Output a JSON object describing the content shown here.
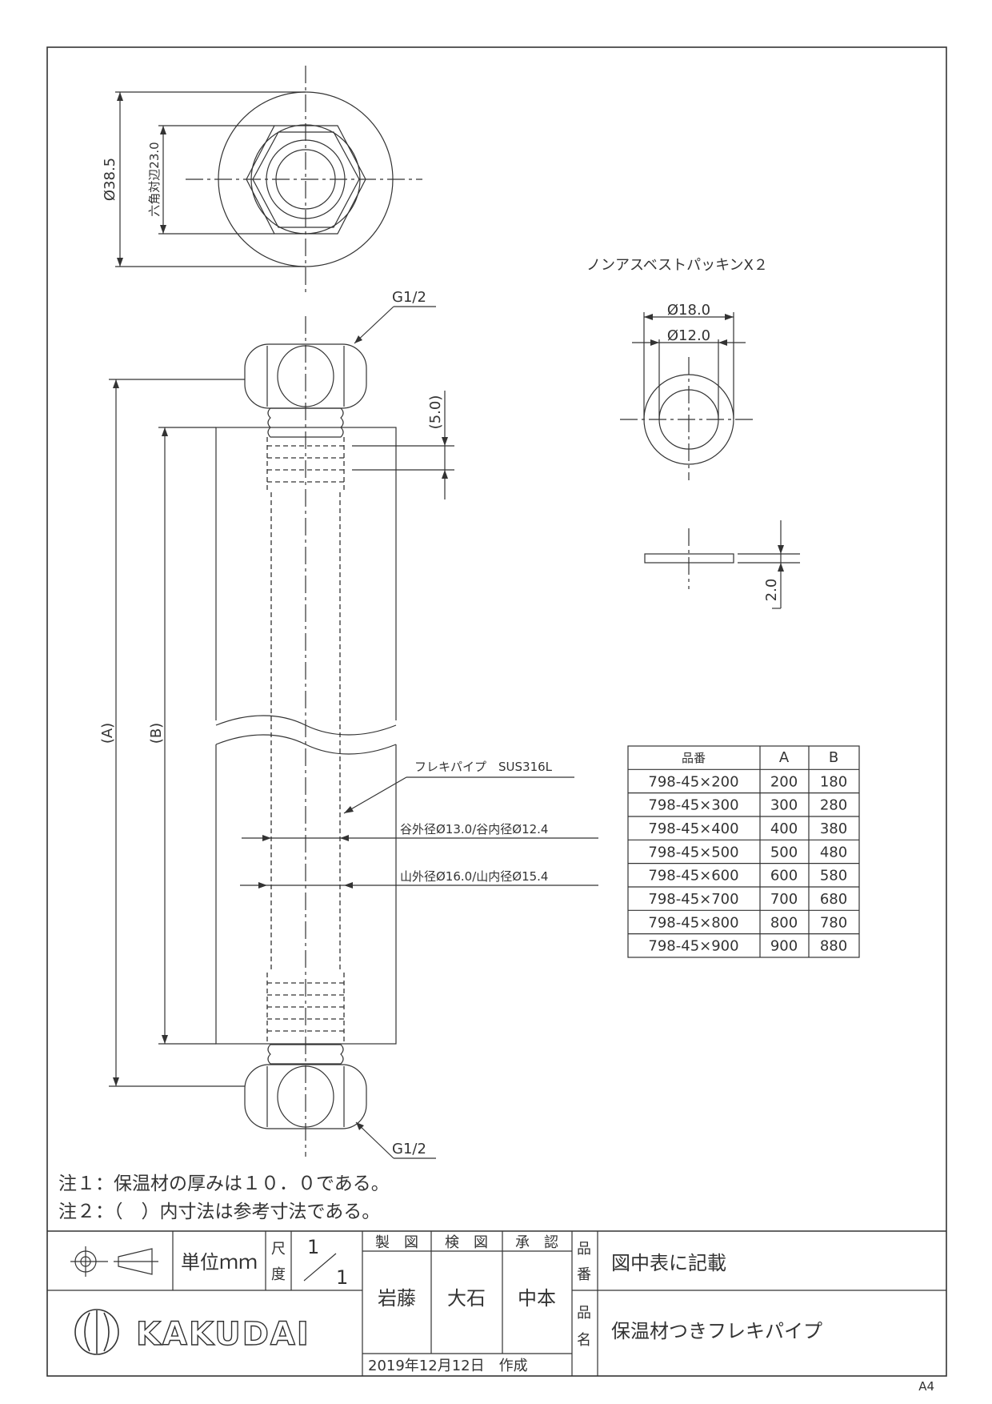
{
  "drawing": {
    "top_view": {
      "dia_outer": "Ø38.5",
      "hex_across": "六角対辺23.0"
    },
    "packing": {
      "title": "ノンアスベストパッキンX２",
      "dia_outer": "Ø18.0",
      "dia_inner": "Ø12.0",
      "thickness": "2.0"
    },
    "side_view": {
      "thread_top": "G1/2",
      "thread_bottom": "G1/2",
      "pitch": "(5.0)",
      "dim_a": "(A)",
      "dim_b": "(B)",
      "pipe_label": "フレキパイプ　SUS316L",
      "valley_label": "谷外径Ø13.0/谷内径Ø12.4",
      "peak_label": "山外径Ø16.0/山内径Ø15.4"
    }
  },
  "table": {
    "headers": [
      "品番",
      "A",
      "B"
    ],
    "rows": [
      [
        "798-45×200",
        "200",
        "180"
      ],
      [
        "798-45×300",
        "300",
        "280"
      ],
      [
        "798-45×400",
        "400",
        "380"
      ],
      [
        "798-45×500",
        "500",
        "480"
      ],
      [
        "798-45×600",
        "600",
        "580"
      ],
      [
        "798-45×700",
        "700",
        "680"
      ],
      [
        "798-45×800",
        "800",
        "780"
      ],
      [
        "798-45×900",
        "900",
        "880"
      ]
    ]
  },
  "notes": [
    "注１：保温材の厚みは１０．０である。",
    "注２：（　）内寸法は参考寸法である。"
  ],
  "title_block": {
    "unit_label": "単位ｍｍ",
    "scale_label_1": "尺",
    "scale_label_2": "度",
    "scale_num": "1",
    "scale_den": "1",
    "drawn_header": "製　図",
    "checked_header": "検　図",
    "approved_header": "承　認",
    "drawn_by": "岩藤",
    "checked_by": "大石",
    "approved_by": "中本",
    "part_no_label_1": "品",
    "part_no_label_2": "番",
    "part_no_value": "図中表に記載",
    "part_name_label_1": "品",
    "part_name_label_2": "名",
    "part_name_value": "保温材つきフレキパイプ",
    "date_created": "2019年12月12日　作成",
    "company": "KAKUDAI"
  },
  "paper_size": "A4"
}
